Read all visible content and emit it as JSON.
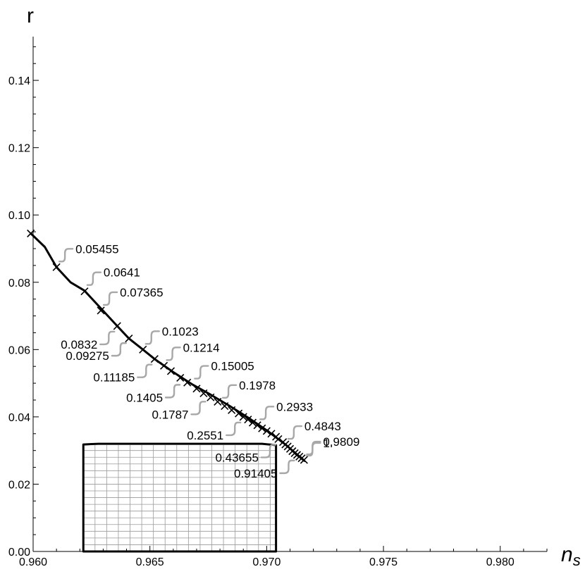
{
  "chart_data": {
    "type": "line",
    "xlabel": "n",
    "xlabel_sub": "s",
    "ylabel": "r",
    "xlim": [
      0.96,
      0.982
    ],
    "ylim": [
      0.0,
      0.153
    ],
    "x_ticks": [
      0.96,
      0.965,
      0.97,
      0.975,
      0.98
    ],
    "x_tick_labels": [
      "0.960",
      "0.965",
      "0.970",
      "0.975",
      "0.980"
    ],
    "y_ticks": [
      0.0,
      0.02,
      0.04,
      0.06,
      0.08,
      0.1,
      0.12,
      0.14
    ],
    "y_tick_labels": [
      "0.00",
      "0.02",
      "0.04",
      "0.06",
      "0.08",
      "0.10",
      "0.12",
      "0.14"
    ],
    "grid": false,
    "curve": [
      [
        0.9599,
        0.0945
      ],
      [
        0.9605,
        0.0905
      ],
      [
        0.961,
        0.0845
      ],
      [
        0.9616,
        0.08
      ],
      [
        0.9622,
        0.0775
      ],
      [
        0.963,
        0.0715
      ],
      [
        0.9636,
        0.067
      ],
      [
        0.9641,
        0.0633
      ],
      [
        0.9647,
        0.06
      ],
      [
        0.9652,
        0.0572
      ],
      [
        0.966,
        0.0533
      ],
      [
        0.9668,
        0.0497
      ],
      [
        0.9676,
        0.0466
      ],
      [
        0.9684,
        0.0433
      ],
      [
        0.9692,
        0.0398
      ],
      [
        0.97,
        0.036
      ],
      [
        0.9708,
        0.0318
      ],
      [
        0.9716,
        0.027
      ]
    ],
    "markers": [
      [
        0.9599,
        0.0945
      ],
      [
        0.961,
        0.0845
      ],
      [
        0.9622,
        0.0773
      ],
      [
        0.9629,
        0.0716
      ],
      [
        0.9636,
        0.067
      ],
      [
        0.9641,
        0.0633
      ],
      [
        0.9647,
        0.06
      ],
      [
        0.9652,
        0.0572
      ],
      [
        0.9656,
        0.0552
      ],
      [
        0.9659,
        0.0536
      ],
      [
        0.9663,
        0.0516
      ],
      [
        0.9666,
        0.0502
      ],
      [
        0.967,
        0.0484
      ],
      [
        0.9673,
        0.047
      ],
      [
        0.9676,
        0.0458
      ],
      [
        0.9679,
        0.0445
      ],
      [
        0.9682,
        0.0432
      ],
      [
        0.9685,
        0.042
      ],
      [
        0.9688,
        0.041
      ],
      [
        0.969,
        0.04
      ],
      [
        0.9692,
        0.0392
      ],
      [
        0.9694,
        0.0383
      ],
      [
        0.9696,
        0.0375
      ],
      [
        0.9698,
        0.0366
      ],
      [
        0.97,
        0.0358
      ],
      [
        0.9702,
        0.035
      ],
      [
        0.9704,
        0.0341
      ],
      [
        0.9705,
        0.0334
      ],
      [
        0.9707,
        0.0325
      ],
      [
        0.9708,
        0.0318
      ],
      [
        0.9709,
        0.0312
      ],
      [
        0.971,
        0.0305
      ],
      [
        0.9711,
        0.0298
      ],
      [
        0.9712,
        0.0292
      ],
      [
        0.9713,
        0.0287
      ],
      [
        0.9714,
        0.0282
      ],
      [
        0.9715,
        0.0277
      ],
      [
        0.9716,
        0.0272
      ]
    ],
    "annotations": [
      {
        "text": "0.05455",
        "side": "right",
        "anchor": [
          0.961,
          0.0845
        ]
      },
      {
        "text": "0.0641",
        "side": "right",
        "anchor": [
          0.9622,
          0.0775
        ]
      },
      {
        "text": "0.07365",
        "side": "right",
        "anchor": [
          0.9629,
          0.0716
        ]
      },
      {
        "text": "0.0832",
        "side": "left",
        "anchor": [
          0.9636,
          0.067
        ]
      },
      {
        "text": "0.09275",
        "side": "left",
        "anchor": [
          0.9641,
          0.0636
        ]
      },
      {
        "text": "0.1023",
        "side": "right",
        "anchor": [
          0.9647,
          0.06
        ]
      },
      {
        "text": "0.1214",
        "side": "right",
        "anchor": [
          0.9656,
          0.0552
        ]
      },
      {
        "text": "0.11185",
        "side": "left",
        "anchor": [
          0.9652,
          0.0572
        ]
      },
      {
        "text": "0.15005",
        "side": "right",
        "anchor": [
          0.9668,
          0.0497
        ]
      },
      {
        "text": "0.1405",
        "side": "left",
        "anchor": [
          0.9664,
          0.0512
        ]
      },
      {
        "text": "0.1978",
        "side": "right",
        "anchor": [
          0.968,
          0.044
        ]
      },
      {
        "text": "0.1787",
        "side": "left",
        "anchor": [
          0.9675,
          0.0462
        ]
      },
      {
        "text": "0.2933",
        "side": "right",
        "anchor": [
          0.9696,
          0.0376
        ]
      },
      {
        "text": "0.2551",
        "side": "left",
        "anchor": [
          0.969,
          0.04
        ]
      },
      {
        "text": "0.4843",
        "side": "right",
        "anchor": [
          0.9708,
          0.0318
        ]
      },
      {
        "text": "0.43655",
        "side": "left",
        "anchor": [
          0.9705,
          0.0334
        ]
      },
      {
        "text": "0.9809",
        "side": "right",
        "anchor": [
          0.9716,
          0.0272
        ]
      },
      {
        "text": "0.91405",
        "side": "left",
        "anchor": [
          0.9713,
          0.0287
        ]
      },
      {
        "text": "1.",
        "side": "right",
        "anchor": [
          0.9716,
          0.0268
        ]
      }
    ],
    "region": {
      "outline": [
        [
          0.96215,
          0.0
        ],
        [
          0.96215,
          0.0318
        ],
        [
          0.9628,
          0.032
        ],
        [
          0.9698,
          0.032
        ],
        [
          0.9704,
          0.0316
        ],
        [
          0.9704,
          0.0
        ]
      ],
      "inner_x": [
        0.96215,
        0.9704
      ],
      "inner_y": [
        0.0,
        0.0316
      ],
      "grid_dx": 0.0005,
      "grid_dy": 0.002
    }
  }
}
